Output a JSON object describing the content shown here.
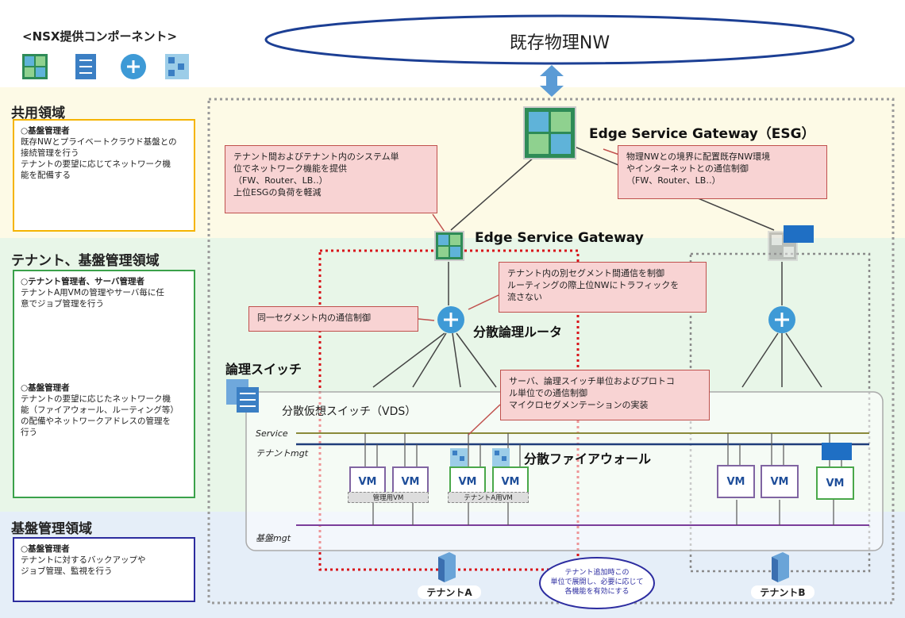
{
  "legend": {
    "title": "<NSX提供コンポーネント>"
  },
  "top": {
    "physical_nw": "既存物理NW"
  },
  "zones": {
    "shared": {
      "title": "共用領域",
      "role": "○基盤管理者",
      "lines": [
        "既存NWとプライベートクラウド基盤との",
        "接続管理を行う",
        "テナントの要望に応じてネットワーク機",
        "能を配備する"
      ]
    },
    "tenant": {
      "title": "テナント、基盤管理領域",
      "role1": "○テナント管理者、サーバ管理者",
      "lines1": [
        "テナントA用VMの管理やサーバ毎に任",
        "意でジョブ管理を行う"
      ],
      "role2": "○基盤管理者",
      "lines2": [
        "テナントの要望に応じたネットワーク機",
        "能（ファイアウォール、ルーティング等）",
        "の配備やネットワークアドレスの管理を",
        "行う"
      ]
    },
    "infra": {
      "title": "基盤管理領域",
      "role": "○基盤管理者",
      "lines": [
        "テナントに対するバックアップや",
        "ジョブ管理、監視を行う"
      ]
    }
  },
  "components": {
    "esg_top": "Edge Service Gateway（ESG）",
    "esg": "Edge Service Gateway",
    "dlr": "分散論理ルータ",
    "logical_switch": "論理スイッチ",
    "vds": "分散仮想スイッチ（VDS）",
    "dfw": "分散ファイアウォール",
    "service": "Service",
    "tenant_mgt": "テナントmgt",
    "infra_mgt": "基盤mgt"
  },
  "callouts": {
    "esg_top": [
      "物理NWとの境界に配置既存NW環境",
      "やインターネットとの通信制御",
      "（FW、Router、LB‥）"
    ],
    "esg": [
      "テナント間およびテナント内のシステム単",
      "位でネットワーク機能を提供",
      "（FW、Router、LB‥）",
      "上位ESGの負荷を軽減"
    ],
    "dlr": [
      "テナント内の別セグメント間通信を制御",
      "ルーティングの際上位NWにトラフィックを",
      "流さない"
    ],
    "same_segment": [
      "同一セグメント内の通信制御"
    ],
    "dfw": [
      "サーバ、論理スイッチ単位およびプロトコ",
      "ル単位での通信制御",
      "マイクロセグメンテーションの実装"
    ]
  },
  "vms": {
    "label": "VM",
    "mgmt_tag": "管理用VM",
    "tenant_tag": "テナントA用VM"
  },
  "tenants": {
    "a": "テナントA",
    "b": "テナントB",
    "note": [
      "テナント追加時この",
      "単位で展開し、必要に応じて",
      "各機能を有効にする"
    ]
  },
  "colors": {
    "shared_band": "#fdfae6",
    "tenant_band": "#e8f6e8",
    "infra_band": "#e5eef8",
    "shared_border": "#f5b400",
    "tenant_border": "#3aa14a",
    "infra_border": "#2c2c9e",
    "callout_fill": "#f8d3d3",
    "red_dotted": "#d9141a"
  }
}
